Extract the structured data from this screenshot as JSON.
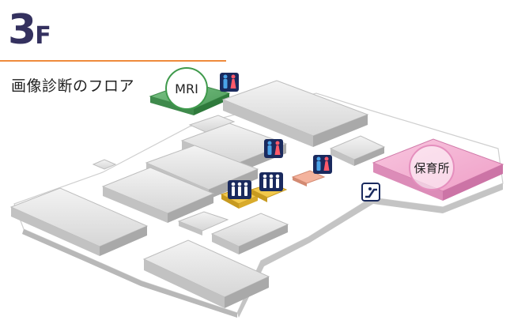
{
  "floor": {
    "number": "3",
    "letter": "F"
  },
  "subtitle": "画像診断のフロア",
  "labels": {
    "mri": "MRI",
    "nursery": "保育所"
  },
  "colors": {
    "heading": "#34315f",
    "rule": "#ef8b3c",
    "mri": "#5fb36b",
    "nursery": "#f3a9cd",
    "wc_area": "#f0c033",
    "salmon": "#f0a087",
    "icon": "#1a2a5e"
  },
  "icons": [
    "restroom-icon",
    "escalator-icon"
  ]
}
